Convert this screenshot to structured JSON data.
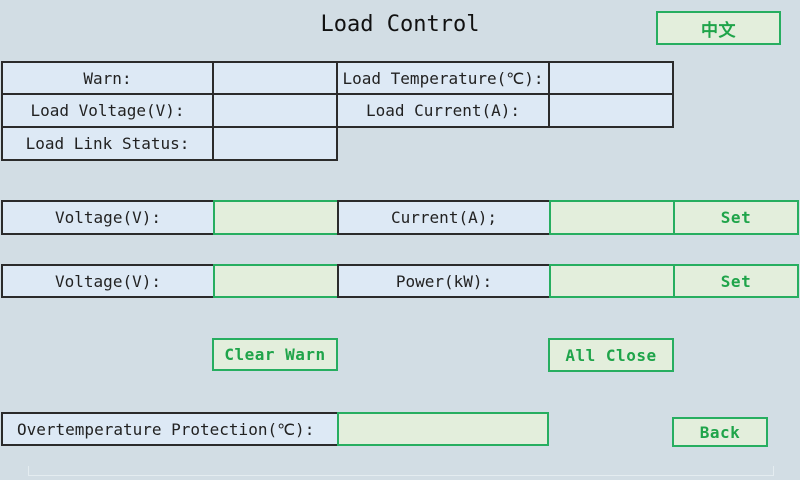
{
  "title": "Load Control",
  "language_button": "中文",
  "status": {
    "warn_label": "Warn:",
    "warn_value": "",
    "load_temperature_label": "Load Temperature(℃):",
    "load_temperature_value": "",
    "load_voltage_label": "Load Voltage(V):",
    "load_voltage_value": "",
    "load_current_label": "Load Current(A):",
    "load_current_value": "",
    "load_link_status_label": "Load Link Status:",
    "load_link_status_value": ""
  },
  "setting_row1": {
    "voltage_label": "Voltage(V):",
    "voltage_value": "",
    "current_label": "Current(A);",
    "current_value": "",
    "set_button": "Set"
  },
  "setting_row2": {
    "voltage_label": "Voltage(V):",
    "voltage_value": "",
    "power_label": "Power(kW):",
    "power_value": "",
    "set_button": "Set"
  },
  "actions": {
    "clear_warn": "Clear Warn",
    "all_close": "All Close"
  },
  "overtemp": {
    "label": "Overtemperature Protection(℃):",
    "value": ""
  },
  "back_button": "Back",
  "colors": {
    "background": "#d2dde4",
    "label_fill": "#dde9f5",
    "input_fill": "#e3eedc",
    "accent_green": "#27ae60"
  }
}
